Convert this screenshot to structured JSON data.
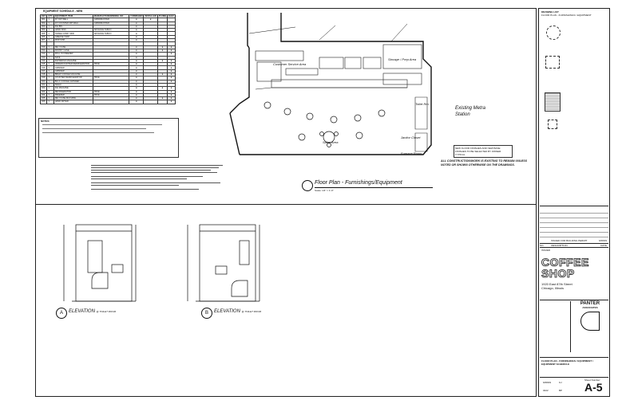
{
  "equipment_schedule": {
    "title": "EQUIPMENT SCHEDULE - NEW",
    "headers": [
      "KEY",
      "QTY",
      "EQUIPMENT ITEM",
      "MANUFACTURER/MODEL NO.",
      "FURNISHED",
      "INSTALLED",
      "PLUMB",
      "ELEC"
    ],
    "rows": [
      {
        "key": "001",
        "qty": "1",
        "item": "30\" DIP WELL",
        "mfr": "GRINDMASTER",
        "marks": [
          1,
          1,
          0,
          0
        ]
      },
      {
        "key": "002",
        "qty": "1",
        "item": "24\" COUNTER DIP WELL",
        "mfr": "GRINDMASTER",
        "marks": [
          1,
          0,
          0,
          0
        ]
      },
      {
        "key": "003",
        "qty": "1",
        "item": "ICE BIN",
        "mfr": "",
        "marks": [
          1,
          0,
          0,
          0
        ]
      },
      {
        "key": "004",
        "qty": "1",
        "item": "HAND SINK",
        "mfr": "ADVANCE TABCO",
        "marks": [
          1,
          0,
          0,
          0
        ]
      },
      {
        "key": "005",
        "qty": "1",
        "item": "THREE COMP. SINK",
        "mfr": "ADVANCE TABCO",
        "marks": [
          1,
          0,
          0,
          0
        ]
      },
      {
        "key": "006",
        "qty": "1",
        "item": "GREASE TRAP",
        "mfr": "",
        "marks": [
          1,
          0,
          0,
          0
        ]
      },
      {
        "key": "007",
        "qty": "1",
        "item": "MOP SINK",
        "mfr": "",
        "marks": [
          1,
          0,
          0,
          0
        ]
      },
      {
        "key": "",
        "qty": "",
        "item": "",
        "mfr": "",
        "marks": [
          0,
          0,
          0,
          0
        ]
      },
      {
        "key": "010",
        "qty": "1",
        "item": "DELI CASE",
        "mfr": "",
        "marks": [
          1,
          0,
          1,
          1
        ]
      },
      {
        "key": "011",
        "qty": "1",
        "item": "PASTRY CASE",
        "mfr": "",
        "marks": [
          1,
          0,
          1,
          1
        ]
      },
      {
        "key": "012",
        "qty": "1",
        "item": "ROLL IN FREEZER",
        "mfr": "",
        "marks": [
          1,
          0,
          0,
          1
        ]
      },
      {
        "key": "013",
        "qty": "1",
        "item": "SAFE",
        "mfr": "",
        "marks": [
          1,
          0,
          0,
          0
        ]
      },
      {
        "key": "014",
        "qty": "1",
        "item": "ESPRESSO MACHINE",
        "mfr": "",
        "marks": [
          1,
          0,
          1,
          1
        ]
      },
      {
        "key": "015",
        "qty": "1",
        "item": "UNDERCOUNTER REFRIGERATOR",
        "mfr": "TRUE",
        "marks": [
          1,
          0,
          0,
          1
        ]
      },
      {
        "key": "016",
        "qty": "1",
        "item": "GRINDER",
        "mfr": "",
        "marks": [
          1,
          0,
          0,
          1
        ]
      },
      {
        "key": "017",
        "qty": "1",
        "item": "GRINDER",
        "mfr": "",
        "marks": [
          1,
          0,
          0,
          1
        ]
      },
      {
        "key": "018",
        "qty": "1",
        "item": "BREW COFFEE MACHINE",
        "mfr": "",
        "marks": [
          1,
          0,
          1,
          1
        ]
      },
      {
        "key": "019",
        "qty": "1",
        "item": "COUNTER REFRIGERATOR",
        "mfr": "TRUE",
        "marks": [
          1,
          0,
          0,
          1
        ]
      },
      {
        "key": "020",
        "qty": "1",
        "item": "BULK COFFEE GRINDER",
        "mfr": "",
        "marks": [
          1,
          0,
          0,
          1
        ]
      },
      {
        "key": "021",
        "qty": "1",
        "item": "SHELF",
        "mfr": "",
        "marks": [
          1,
          0,
          0,
          0
        ]
      },
      {
        "key": "022",
        "qty": "1",
        "item": "ICE MACHINE",
        "mfr": "",
        "marks": [
          1,
          0,
          1,
          1
        ]
      },
      {
        "key": "023",
        "qty": "1",
        "item": "REFRIGERATOR",
        "mfr": "TRUE",
        "marks": [
          1,
          0,
          0,
          1
        ]
      },
      {
        "key": "024",
        "qty": "1",
        "item": "FREEZER",
        "mfr": "TRUE",
        "marks": [
          1,
          0,
          0,
          1
        ]
      },
      {
        "key": "025",
        "qty": "1",
        "item": "DELI CASE MACHINE",
        "mfr": "",
        "marks": [
          1,
          0,
          1,
          1
        ]
      },
      {
        "key": "026",
        "qty": "1",
        "item": "HAND DRYER",
        "mfr": "",
        "marks": [
          1,
          0,
          0,
          1
        ]
      }
    ],
    "notes_title": "NOTES:"
  },
  "floor_plan": {
    "labels": {
      "customer_service": "Customer Service Area",
      "storage": "Storage / Prep Area",
      "toilet": "Toilet Rm",
      "sales": "Sales Area",
      "janitor": "Janitor Closet",
      "furnace": "Furnace Room",
      "station": "Existing Metra Station"
    },
    "note_finish": "NEW FLOOR FINISHES AND NEW BASE FINISHES TO BE SELECTED BY OWNER TYPICAL",
    "construction_note": "ALL CONSTRUCTION/WORK IS EXISTING TO REMAIN UNLESS NOTED OR SHOWN OTHERWISE ON THE DRAWINGS.",
    "title": "Floor Plan - Furnishings/Equipment",
    "scale": "Scale: 1/4\" = 1'-0\""
  },
  "elevations": {
    "a_title": "ELEVATION",
    "a_sub": "@ TOILET ROOM",
    "a_key": "A",
    "b_title": "ELEVATION",
    "b_sub": "@ TOILET ROOM",
    "b_key": "B"
  },
  "title_block": {
    "drawing_list_title": "DRAWING LIST",
    "drawing_list_sub": "FLOOR PLAN - FURNISHINGS / EQUIPMENT",
    "issued_row": "ISSUED FOR BUILDING PERMIT",
    "issued_date": "6/08/09",
    "no_label": "NO.",
    "desc_label": "DESCRIPTION",
    "date_label": "DATE",
    "issued_label": "ISSUED",
    "project_name": "COFFEE SHOP",
    "address_1": "1920 East 87th Street",
    "address_2": "Chicago, Illinois",
    "architect": "PANTER",
    "architect_sub": "ASSOCIATES",
    "sheet_title": "FLOOR PLAN - FURNISHINGS / EQUIPMENT / EQUIPMENT SCHEDULE",
    "sheet_number_label": "Sheet Number:",
    "sheet_number": "A-5",
    "date_value": "6/08/09",
    "job_value": "0422",
    "drawn_label": "KJ",
    "checked_label": "BP"
  }
}
